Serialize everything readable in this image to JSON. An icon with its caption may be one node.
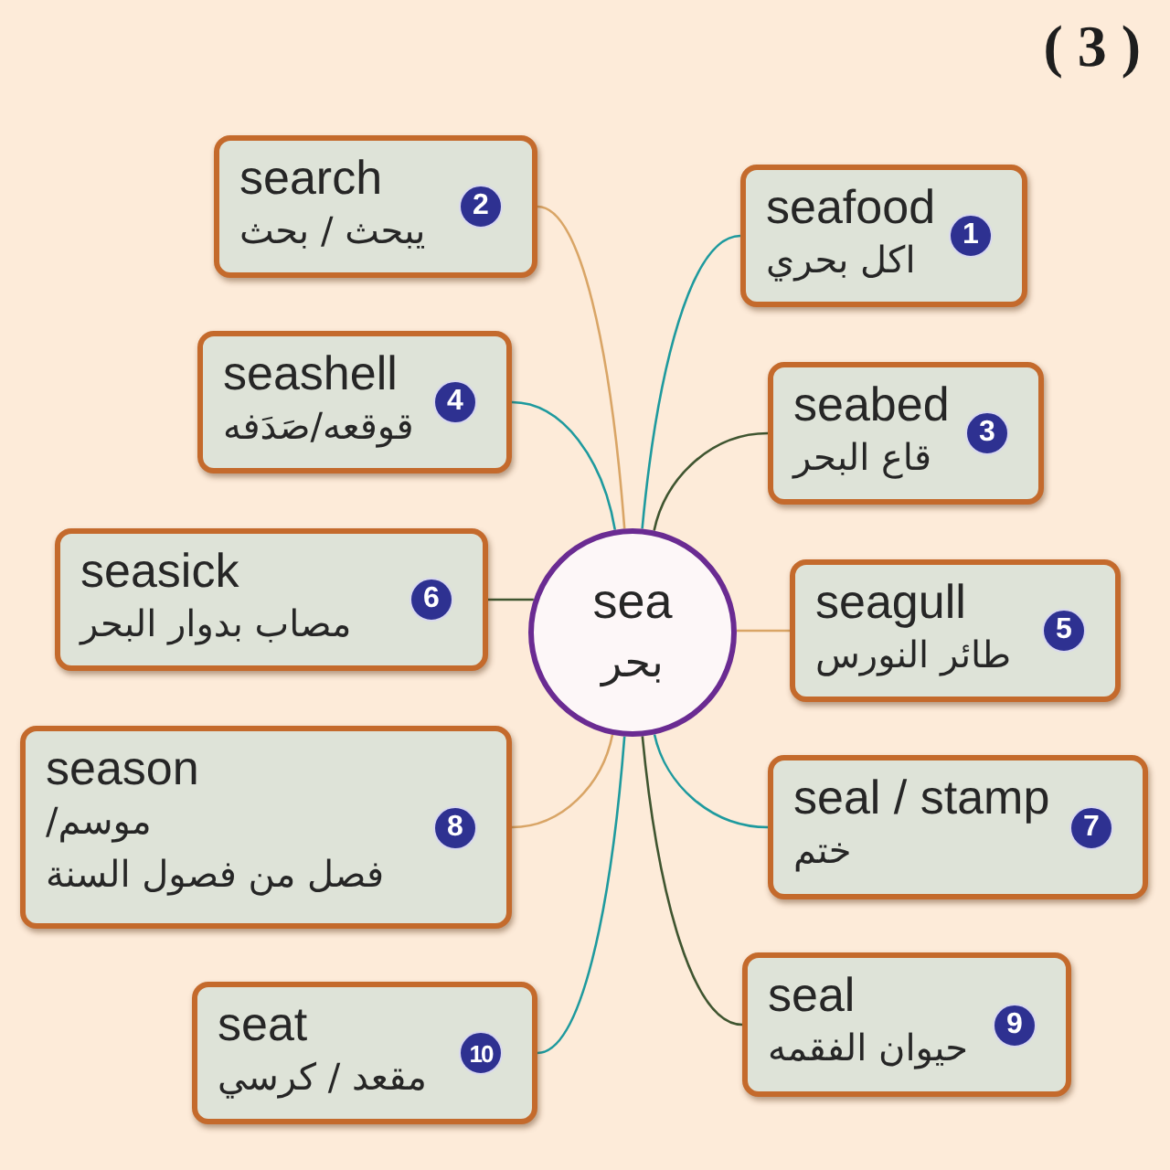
{
  "diagram": {
    "nodes": [
      {
        "text": [
          "sea",
          "بحر"
        ]
      },
      {
        "text": [
          "seafood",
          "اكل بحري"
        ]
      },
      {
        "text": [
          "1"
        ],
        "in": 1
      },
      {
        "text": [
          "search",
          "يبحث / بحث"
        ]
      },
      {
        "text": [
          "2"
        ],
        "in": 3
      },
      {
        "text": [
          "seabed",
          "قاع البحر"
        ]
      },
      {
        "text": [
          "3"
        ],
        "in": 5
      },
      {
        "text": [
          "seashell",
          "قوقعه/صَدَفه"
        ]
      },
      {
        "text": [
          "4"
        ],
        "in": 7
      },
      {
        "text": [
          "seagull",
          "طائر النورس"
        ]
      },
      {
        "text": [
          "5"
        ],
        "in": 9
      },
      {
        "text": [
          "seasick",
          "مصاب بدوار البحر"
        ]
      },
      {
        "text": [
          "6"
        ],
        "in": 11
      },
      {
        "text": [
          "seal / stamp",
          "ختم"
        ]
      },
      {
        "text": [
          "7"
        ],
        "in": 13
      },
      {
        "text": [
          "season",
          "موسم/",
          "فصل من فصول السنة"
        ]
      },
      {
        "text": [
          "8"
        ],
        "in": 15
      },
      {
        "text": [
          "seal",
          "حيوان الفقمه"
        ]
      },
      {
        "text": [
          "9"
        ],
        "in": 17
      },
      {
        "text": [
          "seat",
          "مقعد / كرسي"
        ]
      },
      {
        "text": [
          "10"
        ],
        "in": 19
      }
    ],
    "edges": [
      {
        "from": 0,
        "to": 1,
        "arrow": "none"
      },
      {
        "from": 0,
        "to": 3,
        "arrow": "none",
        "color": "#d9a566"
      },
      {
        "from": 0,
        "to": 5,
        "arrow": "none",
        "color": "#3f5530"
      },
      {
        "from": 0,
        "to": 7,
        "arrow": "none"
      },
      {
        "from": 0,
        "to": 9,
        "arrow": "none",
        "color": "#d9a566"
      },
      {
        "from": 0,
        "to": 11,
        "arrow": "none",
        "color": "#3f5530"
      },
      {
        "from": 0,
        "to": 13,
        "arrow": "none"
      },
      {
        "from": 0,
        "to": 15,
        "arrow": "none",
        "color": "#d9a566"
      },
      {
        "from": 0,
        "to": 17,
        "arrow": "none",
        "color": "#3f5530"
      },
      {
        "from": 0,
        "to": 19,
        "arrow": "none"
      }
    ],
    "labels": [
      "( 3 )"
    ]
  }
}
